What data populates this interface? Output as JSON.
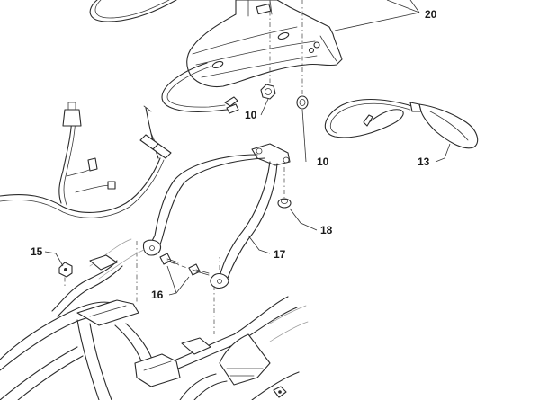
{
  "callouts": {
    "c20": "20",
    "c10a": "10",
    "c10b": "10",
    "c13": "13",
    "c18": "18",
    "c17": "17",
    "c15": "15",
    "c16": "16"
  },
  "colors": {
    "line": "#2b2b2b",
    "background": "#ffffff"
  }
}
